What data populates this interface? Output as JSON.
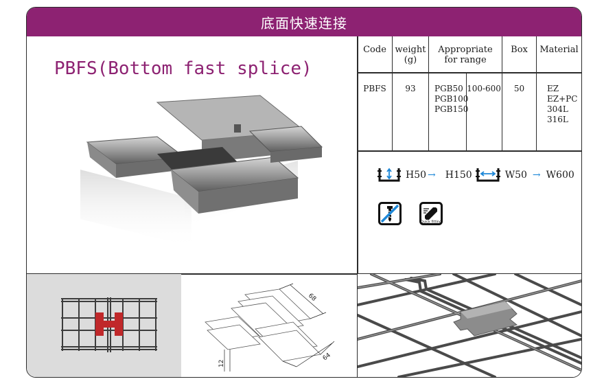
{
  "header": {
    "title": "底面快速连接"
  },
  "product": {
    "title": "PBFS(Bottom fast splice)"
  },
  "spec_table": {
    "headers": {
      "code": "Code",
      "weight": "weight\n(g)",
      "range": "Appropriate\nfor range",
      "box": "Box",
      "material": "Material"
    },
    "row": {
      "code": "PBFS",
      "weight": "93",
      "models": [
        "PGB50",
        "PGB100",
        "PGB150"
      ],
      "range": "100-600",
      "box": "50",
      "materials": [
        "EZ",
        "EZ+PC",
        "304L",
        "316L"
      ]
    }
  },
  "dimensions": {
    "height_from": "H50",
    "height_to": "H150",
    "width_from": "W50",
    "width_to": "W600"
  },
  "icons": {
    "no_tool": "no-screw-icon",
    "quick_fitting": "quick-fitting-icon",
    "quick_fitting_label": "Quick fitting"
  },
  "drawing": {
    "dim_length": "68",
    "dim_width": "64",
    "dim_height": "12"
  },
  "colors": {
    "brand": "#8d2272",
    "arrow": "#1e88d8",
    "splice_red": "#c0282a"
  }
}
